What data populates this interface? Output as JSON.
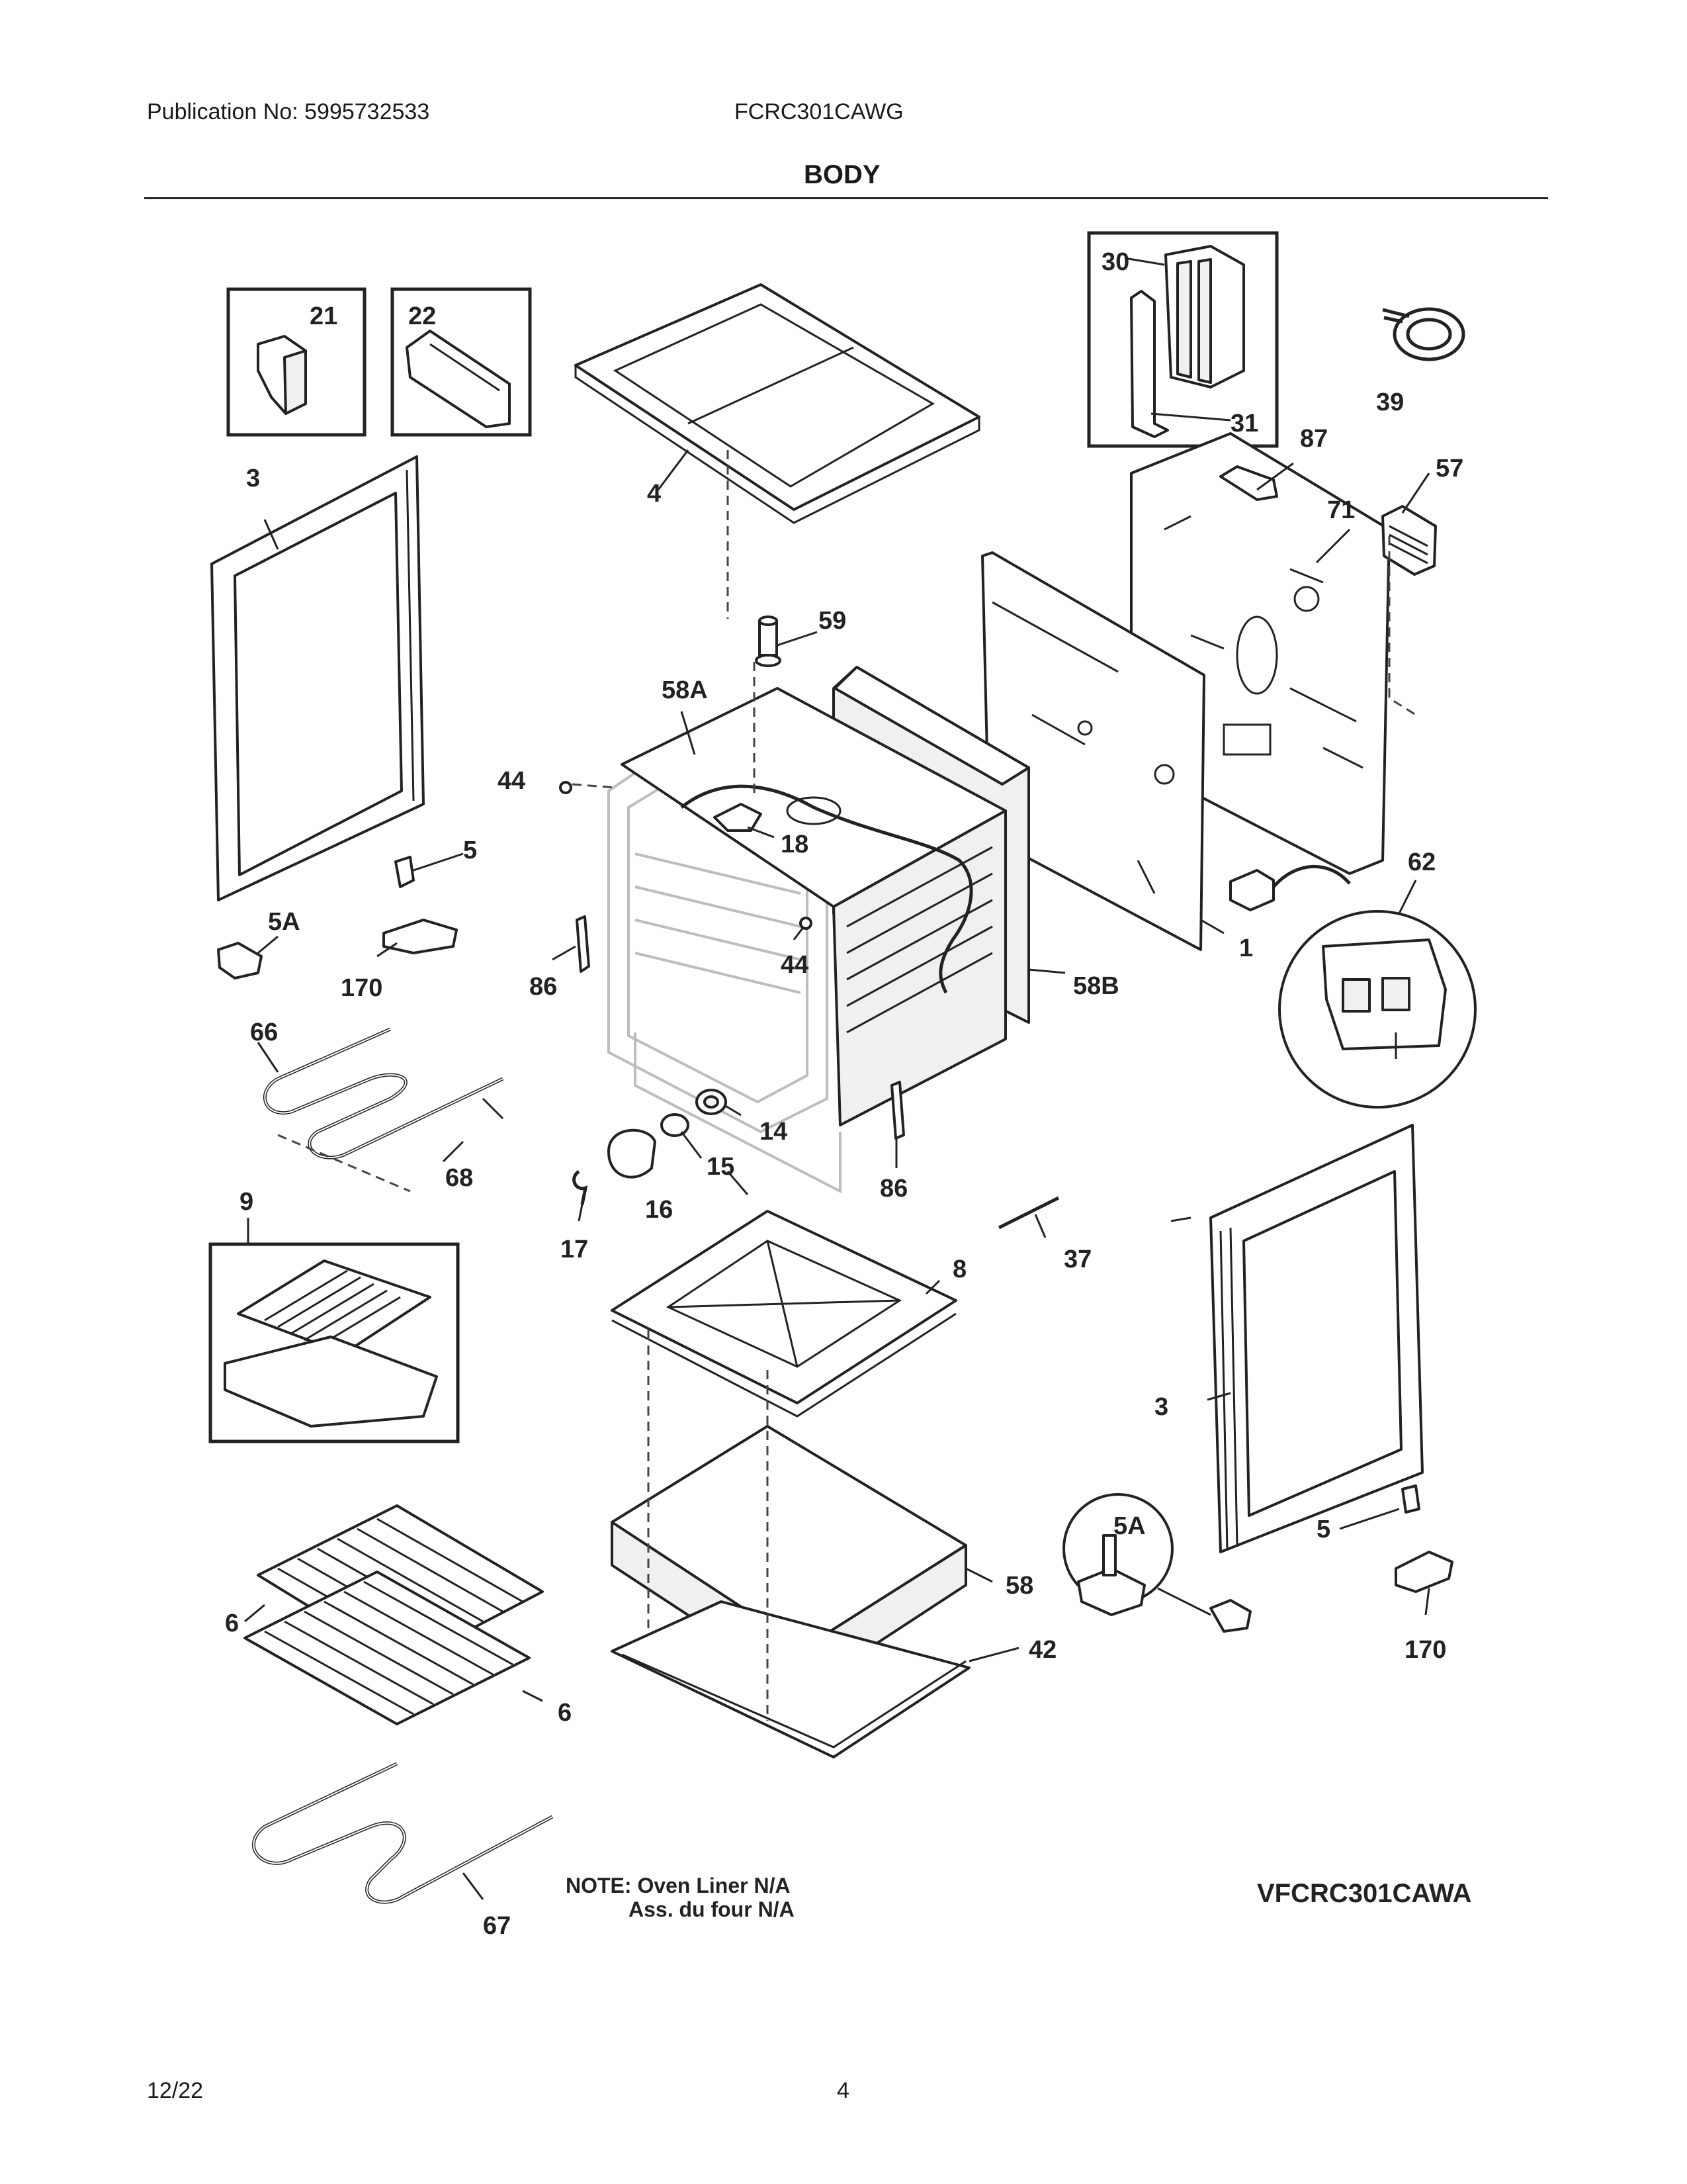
{
  "header": {
    "publication": "Publication No: 5995732533",
    "model": "FCRC301CAWG",
    "section_title": "BODY"
  },
  "callouts": {
    "c21": "21",
    "c22": "22",
    "c30": "30",
    "c31": "31",
    "c39": "39",
    "c3a": "3",
    "c4": "4",
    "c87": "87",
    "c57": "57",
    "c71": "71",
    "c59": "59",
    "c58A": "58A",
    "c44a": "44",
    "c18": "18",
    "c5a": "5",
    "c5Aa": "5A",
    "c170a": "170",
    "c86a": "86",
    "c44b": "44",
    "c58B": "58B",
    "c1": "1",
    "c62": "62",
    "c66": "66",
    "c14": "14",
    "c15": "15",
    "c68": "68",
    "c16": "16",
    "c86b": "86",
    "c9": "9",
    "c17": "17",
    "c8": "8",
    "c37": "37",
    "c3b": "3",
    "c5Ab": "5A",
    "c5b": "5",
    "c58": "58",
    "c42": "42",
    "c170b": "170",
    "c6a": "6",
    "c6b": "6",
    "c67": "67"
  },
  "note": {
    "line1": "NOTE: Oven Liner N/A",
    "line2": "Ass. du four N/A"
  },
  "diagram_code": "VFCRC301CAWA",
  "footer": {
    "date": "12/22",
    "page": "4"
  }
}
